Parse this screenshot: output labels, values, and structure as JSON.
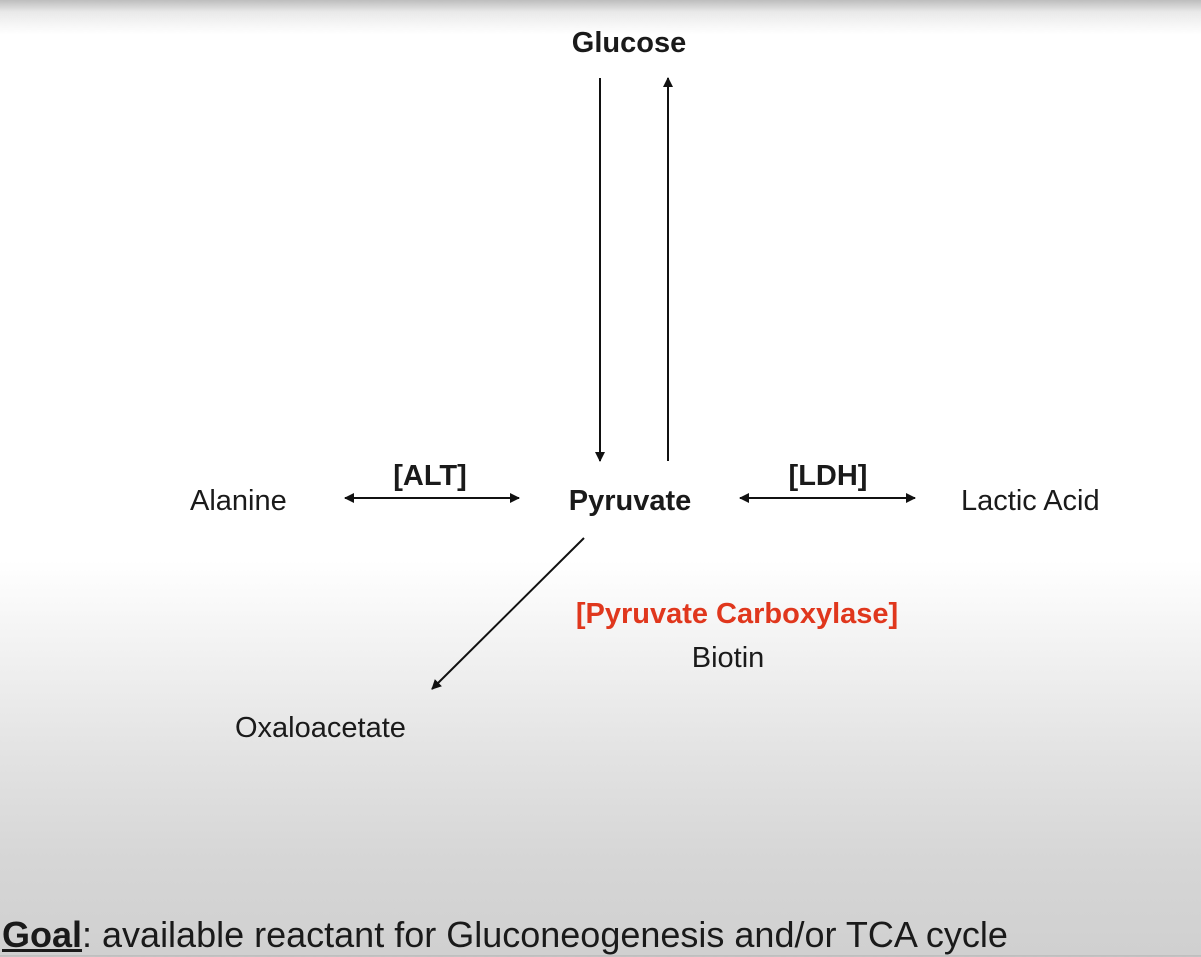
{
  "diagram": {
    "nodes": {
      "glucose": "Glucose",
      "pyruvate": "Pyruvate",
      "alanine": "Alanine",
      "lactic_acid": "Lactic Acid",
      "oxaloacetate": "Oxaloacetate"
    },
    "enzymes": {
      "alt": "[ALT]",
      "ldh": "[LDH]",
      "pyruvate_carboxylase": "[Pyruvate Carboxylase]",
      "cofactor": "Biotin"
    },
    "edges": [
      {
        "from": "Glucose",
        "to": "Pyruvate",
        "direction": "one-way"
      },
      {
        "from": "Pyruvate",
        "to": "Glucose",
        "direction": "one-way"
      },
      {
        "from": "Alanine",
        "to": "Pyruvate",
        "direction": "bidirectional"
      },
      {
        "from": "Pyruvate",
        "to": "Lactic Acid",
        "direction": "bidirectional"
      },
      {
        "from": "Pyruvate",
        "to": "Oxaloacetate",
        "direction": "one-way"
      }
    ]
  },
  "goal": {
    "label": "Goal",
    "text": ": available reactant for Gluconeogenesis and/or TCA cycle"
  },
  "colors": {
    "text": "#1a1a1a",
    "enzyme_highlight": "#e0371d",
    "arrow": "#111111"
  }
}
